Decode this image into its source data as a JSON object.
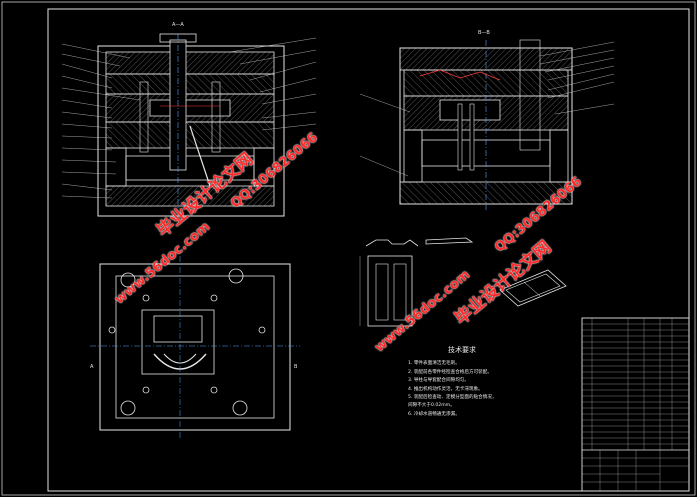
{
  "watermarks": {
    "site_url": "www.56doc.com",
    "site_name": "毕业设计论文网",
    "qq": "QQ:306826066"
  },
  "section_labels": {
    "view_a": "A—A",
    "view_b": "B—B"
  },
  "tech_requirements": {
    "title": "技术要求",
    "lines": [
      "1. 零件表面清洁无毛刺。",
      "2. 装配前各零件经检查合格后方可装配。",
      "3. 导柱与导套配合间隙均匀。",
      "4. 推出机构动作灵活，无卡滞现象。",
      "5. 装配后检查动、定模分型面的贴合情况，",
      "   间隙不大于0.02mm。",
      "6. 冷却水道畅通无渗漏。"
    ]
  },
  "part_labels": {
    "label_a": "A",
    "label_b": "B"
  },
  "colors": {
    "background": "#000000",
    "line": "#e6e6e6",
    "dim_line": "#cfcfcf",
    "hatch": "#9a9a9a",
    "accent_red": "#ff3b3b",
    "accent_blue": "#4fa3ff",
    "watermark": "#ff2a2a"
  }
}
